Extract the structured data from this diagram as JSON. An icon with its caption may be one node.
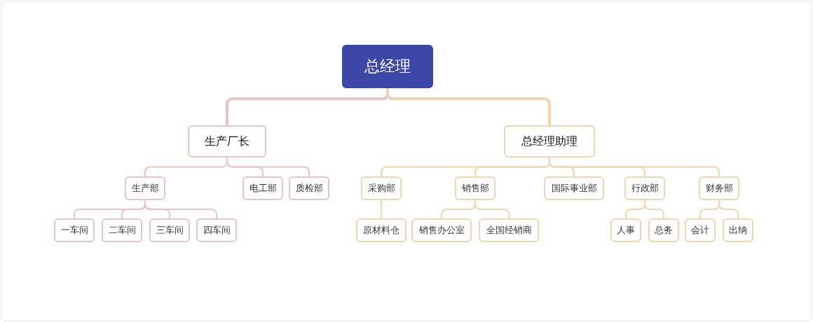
{
  "diagram": {
    "nodes": [
      {
        "text": [
          "总经理"
        ]
      },
      {
        "text": [
          "生产厂长"
        ]
      },
      {
        "text": [
          "总经理助理"
        ]
      },
      {
        "text": [
          "生产部"
        ]
      },
      {
        "text": [
          "电工部"
        ]
      },
      {
        "text": [
          "质检部"
        ]
      },
      {
        "text": [
          "一车间"
        ]
      },
      {
        "text": [
          "二车间"
        ]
      },
      {
        "text": [
          "三车间"
        ]
      },
      {
        "text": [
          "四车间"
        ]
      },
      {
        "text": [
          "采购部"
        ]
      },
      {
        "text": [
          "销售部"
        ]
      },
      {
        "text": [
          "国际事业部"
        ]
      },
      {
        "text": [
          "行政部"
        ]
      },
      {
        "text": [
          "财务部"
        ]
      },
      {
        "text": [
          "原材料仓"
        ]
      },
      {
        "text": [
          "销售办公室"
        ]
      },
      {
        "text": [
          "全国经销商"
        ]
      },
      {
        "text": [
          "人事"
        ]
      },
      {
        "text": [
          "总务"
        ]
      },
      {
        "text": [
          "会计"
        ]
      },
      {
        "text": [
          "出纳"
        ]
      }
    ],
    "edges": [
      {
        "from": 0,
        "to": 1,
        "arrow": "none",
        "style": "thick",
        "color": "#e8c4c4"
      },
      {
        "from": 0,
        "to": 2,
        "arrow": "none",
        "style": "thick"
      },
      {
        "from": 1,
        "to": 3,
        "arrow": "none",
        "color": "#e8c4c4"
      },
      {
        "from": 1,
        "to": 4,
        "arrow": "none",
        "color": "#e8c4c4"
      },
      {
        "from": 1,
        "to": 5,
        "arrow": "none",
        "color": "#e8c4c4"
      },
      {
        "from": 3,
        "to": 6,
        "arrow": "none",
        "color": "#e8c4c4"
      },
      {
        "from": 3,
        "to": 7,
        "arrow": "none",
        "color": "#e8c4c4"
      },
      {
        "from": 3,
        "to": 8,
        "arrow": "none",
        "color": "#e8c4c4"
      },
      {
        "from": 3,
        "to": 9,
        "arrow": "none",
        "color": "#e8c4c4"
      },
      {
        "from": 2,
        "to": 10,
        "arrow": "none"
      },
      {
        "from": 2,
        "to": 11,
        "arrow": "none"
      },
      {
        "from": 2,
        "to": 12,
        "arrow": "none"
      },
      {
        "from": 2,
        "to": 13,
        "arrow": "none"
      },
      {
        "from": 2,
        "to": 14,
        "arrow": "none"
      },
      {
        "from": 10,
        "to": 15,
        "arrow": "none"
      },
      {
        "from": 11,
        "to": 16,
        "arrow": "none"
      },
      {
        "from": 11,
        "to": 17,
        "arrow": "none"
      },
      {
        "from": 13,
        "to": 18,
        "arrow": "none"
      },
      {
        "from": 13,
        "to": 19,
        "arrow": "none"
      },
      {
        "from": 14,
        "to": 20,
        "arrow": "none"
      },
      {
        "from": 14,
        "to": 21,
        "arrow": "none"
      }
    ]
  }
}
